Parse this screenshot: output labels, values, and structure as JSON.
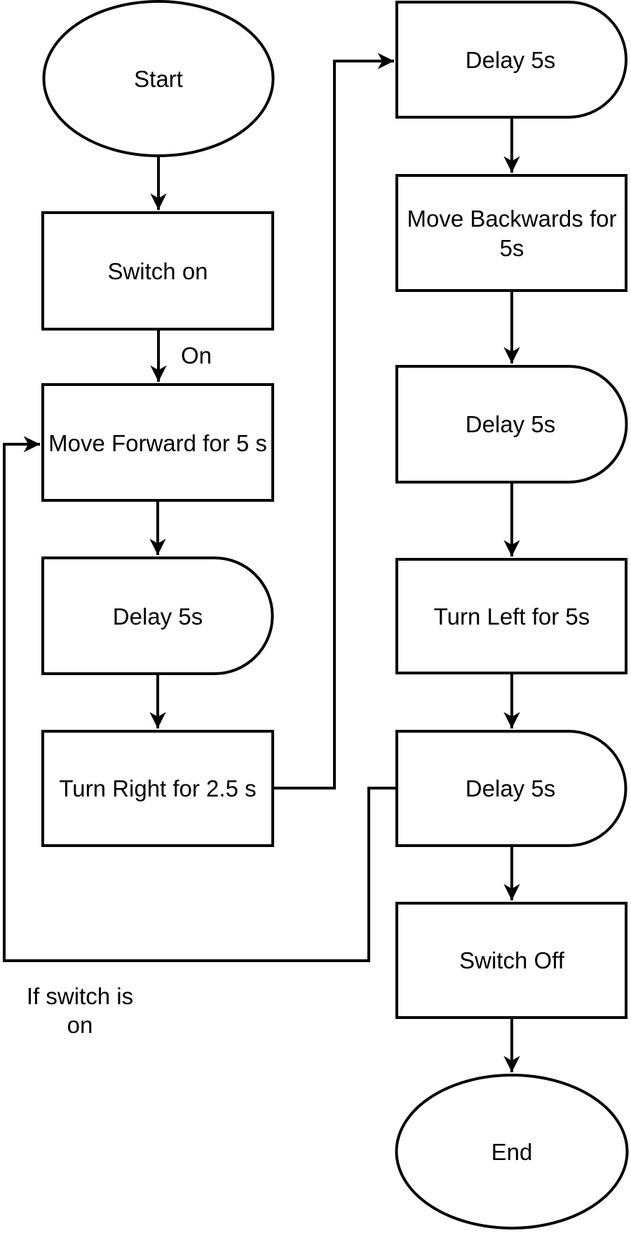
{
  "diagram_type": "flowchart",
  "colors": {
    "stroke": "#000000",
    "shape_fill": "#ffffff",
    "text": "#000000",
    "background": "#ffffff"
  },
  "nodes": {
    "start": {
      "shape": "terminator",
      "label": "Start"
    },
    "switch_on": {
      "shape": "process",
      "label": "Switch on"
    },
    "move_forward": {
      "shape": "process",
      "label": "Move Forward for 5 s"
    },
    "delay_left": {
      "shape": "delay",
      "label": "Delay 5s"
    },
    "turn_right": {
      "shape": "process",
      "label": "Turn Right for 2.5 s"
    },
    "delay_top_right": {
      "shape": "delay",
      "label": "Delay 5s"
    },
    "move_backwards": {
      "shape": "process",
      "label": "Move Backwards for 5s",
      "line1": "Move Backwards for",
      "line2": "5s"
    },
    "delay_mid_right": {
      "shape": "delay",
      "label": "Delay 5s"
    },
    "turn_left": {
      "shape": "process",
      "label": "Turn Left for 5s"
    },
    "delay_bottom_right": {
      "shape": "delay",
      "label": "Delay 5s"
    },
    "switch_off": {
      "shape": "process",
      "label": "Switch Off"
    },
    "end": {
      "shape": "terminator",
      "label": "End"
    }
  },
  "edge_labels": {
    "switch_on_to_move_forward": "On",
    "loop_condition_line1": "If switch is",
    "loop_condition_line2": "on"
  }
}
